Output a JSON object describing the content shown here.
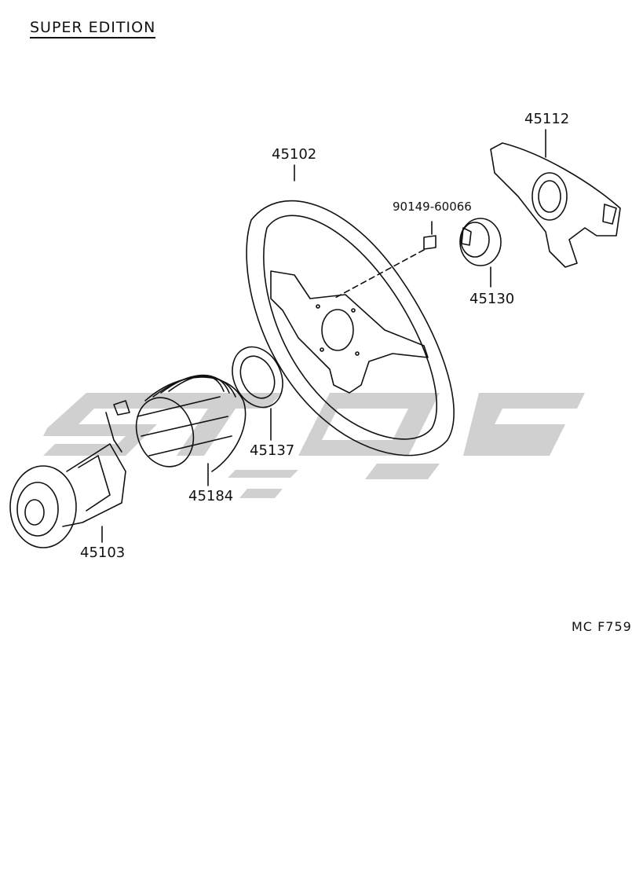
{
  "header": {
    "title": "SUPER EDITION"
  },
  "parts": {
    "p45102": "45102",
    "p45112": "45112",
    "p90149": "90149-60066",
    "p45130": "45130",
    "p45137": "45137",
    "p45184": "45184",
    "p45103": "45103"
  },
  "figure_code": "MC F759",
  "colors": {
    "line": "#111111",
    "watermark": "#c8c8c8"
  }
}
